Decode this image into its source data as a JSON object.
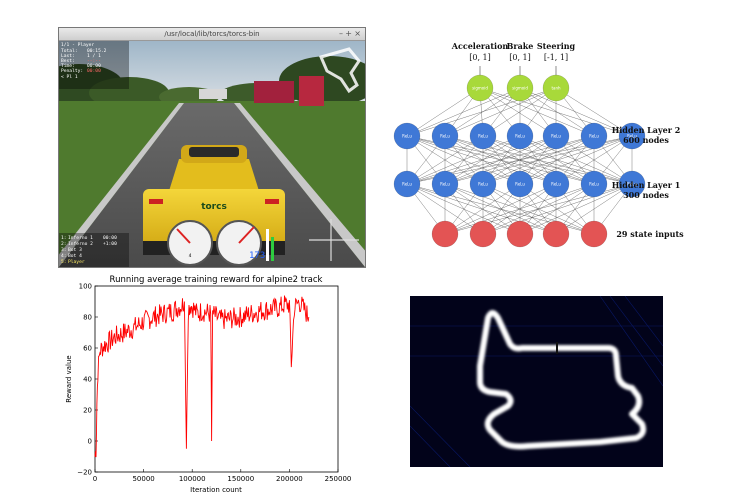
{
  "torcs": {
    "window_title": "/usr/local/lib/torcs/torcs-bin",
    "hud_header": "1/1 - Player",
    "hud_lines": [
      {
        "label": "Total:",
        "value": "00:15.2"
      },
      {
        "label": "Last:",
        "value": "1 / 1"
      },
      {
        "label": "Best:",
        "value": "--:--"
      },
      {
        "label": "Time:",
        "value": "00:00"
      },
      {
        "label": "Penalty:",
        "value": "00:00"
      }
    ],
    "hud_extra": "< Pl 1",
    "standings": [
      {
        "pos": "1:",
        "name": "Inferno 1",
        "gap": "00:00"
      },
      {
        "pos": "2:",
        "name": "Inferno 2",
        "gap": "+1:00"
      },
      {
        "pos": "3:",
        "name": "Bot 3",
        "gap": ""
      },
      {
        "pos": "4:",
        "name": "Bot 4",
        "gap": ""
      },
      {
        "pos": "5:",
        "name": "Player",
        "gap": ""
      }
    ],
    "car_logo": "torcs",
    "speed": "173",
    "gear": "4"
  },
  "network": {
    "outputs": [
      {
        "name": "Acceleration",
        "range": "[0, 1]",
        "node_label": "sigmoid"
      },
      {
        "name": "Brake",
        "range": "[0, 1]",
        "node_label": "sigmoid"
      },
      {
        "name": "Steering",
        "range": "[-1, 1]",
        "node_label": "tanh"
      }
    ],
    "hidden_layer_2": {
      "title": "Hidden Layer 2",
      "nodes": "600 nodes"
    },
    "hidden_layer_1": {
      "title": "Hidden Layer 1",
      "nodes": "300 nodes"
    },
    "inputs": {
      "title": "29 state inputs"
    },
    "relu_label": "ReLu",
    "colors": {
      "output": "#a8d93a",
      "hidden": "#3f78d6",
      "input": "#e35454"
    }
  },
  "chart_data": {
    "type": "line",
    "title": "Running average training reward for alpine2 track",
    "xlabel": "Iteration count",
    "ylabel": "Reward value",
    "xlim": [
      0,
      250000
    ],
    "ylim": [
      -20,
      100
    ],
    "xticks": [
      "0",
      "50000",
      "100000",
      "150000",
      "200000",
      "250000"
    ],
    "yticks": [
      "−20",
      "0",
      "20",
      "40",
      "60",
      "80",
      "100"
    ],
    "series": [
      {
        "color": "#ff0000",
        "x": [
          0,
          1000,
          2000,
          3000,
          5000,
          7000,
          10000,
          15000,
          20000,
          30000,
          40000,
          45000,
          50000,
          60000,
          70000,
          80000,
          85000,
          90000,
          92000,
          94000,
          96000,
          98000,
          100000,
          105000,
          110000,
          115000,
          119000,
          120000,
          121000,
          125000,
          130000,
          140000,
          150000,
          160000,
          170000,
          180000,
          190000,
          195000,
          200000,
          202000,
          205000,
          210000,
          215000,
          218000,
          220000
        ],
        "y": [
          -10,
          -5,
          25,
          45,
          58,
          60,
          62,
          64,
          67,
          70,
          73,
          75,
          77,
          80,
          82,
          84,
          86,
          88,
          90,
          -5,
          85,
          88,
          87,
          82,
          84,
          83,
          82,
          0,
          82,
          80,
          78,
          79,
          80,
          82,
          84,
          85,
          86,
          88,
          88,
          50,
          86,
          90,
          85,
          82,
          80
        ]
      }
    ]
  }
}
